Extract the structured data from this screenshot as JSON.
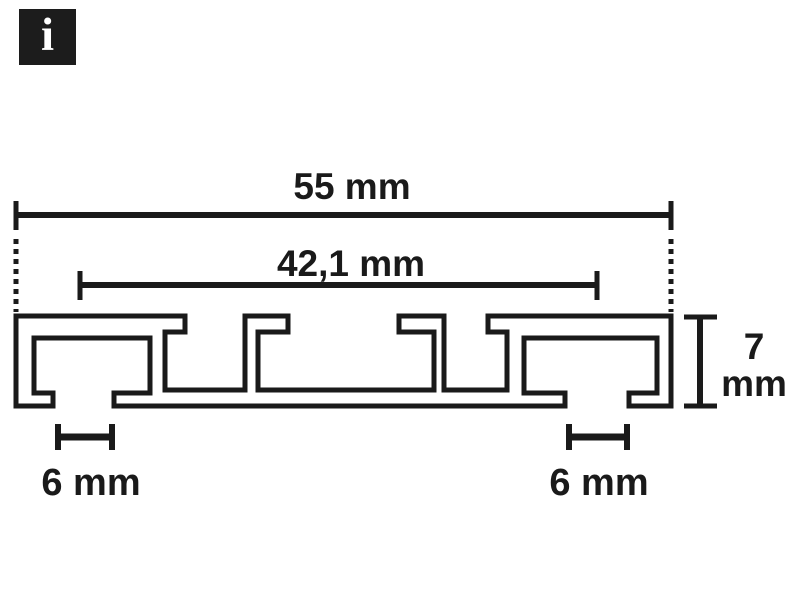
{
  "page": {
    "description": "Technical cross-section drawing of a two-track aluminium curtain rail profile with dimension annotations"
  },
  "info_badge": {
    "glyph": "i"
  },
  "dimensions": {
    "overall_width": {
      "label": "55 mm"
    },
    "track_spacing": {
      "label": "42,1 mm"
    },
    "profile_height": {
      "value": "7",
      "unit": "mm"
    },
    "left_slot_width": {
      "label": "6 mm"
    },
    "right_slot_width": {
      "label": "6 mm"
    }
  },
  "colors": {
    "line": "#1a1a1a",
    "background": "#ffffff",
    "icon_background": "#1c1c1c",
    "icon_glyph": "#ffffff"
  }
}
